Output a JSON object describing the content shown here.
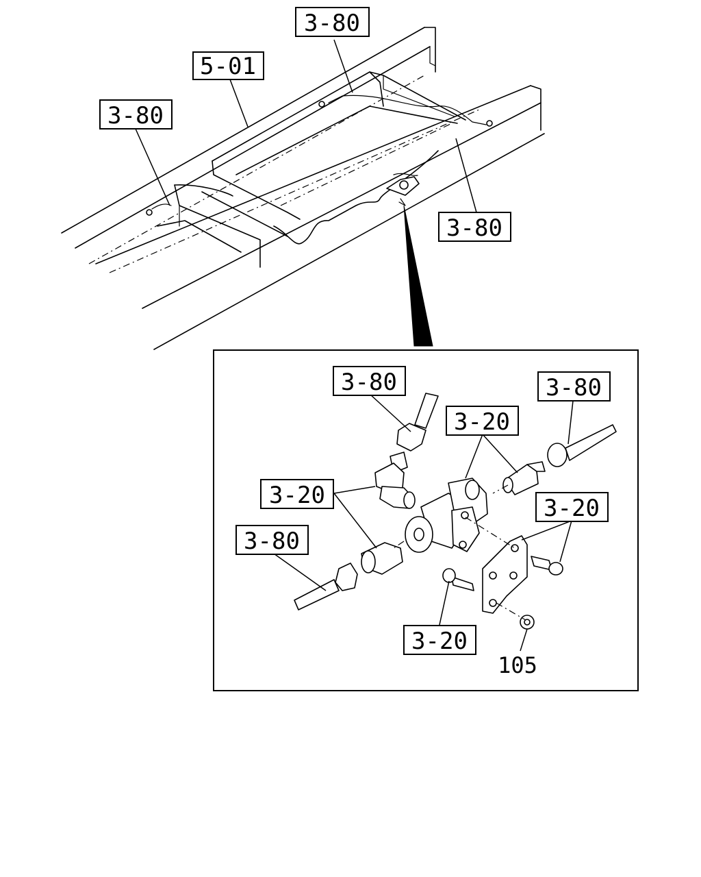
{
  "callouts": {
    "top_frame_3_80": "3-80",
    "top_frame_5_01": "5-01",
    "left_frame_3_80": "3-80",
    "right_frame_3_80": "3-80",
    "detail_top_left_3_80": "3-80",
    "detail_top_right_3_80": "3-80",
    "detail_top_3_20": "3-20",
    "detail_left_3_20": "3-20",
    "detail_right_3_20": "3-20",
    "detail_left_3_80": "3-80",
    "detail_bottom_3_20": "3-20"
  },
  "part_number_nut": "105"
}
